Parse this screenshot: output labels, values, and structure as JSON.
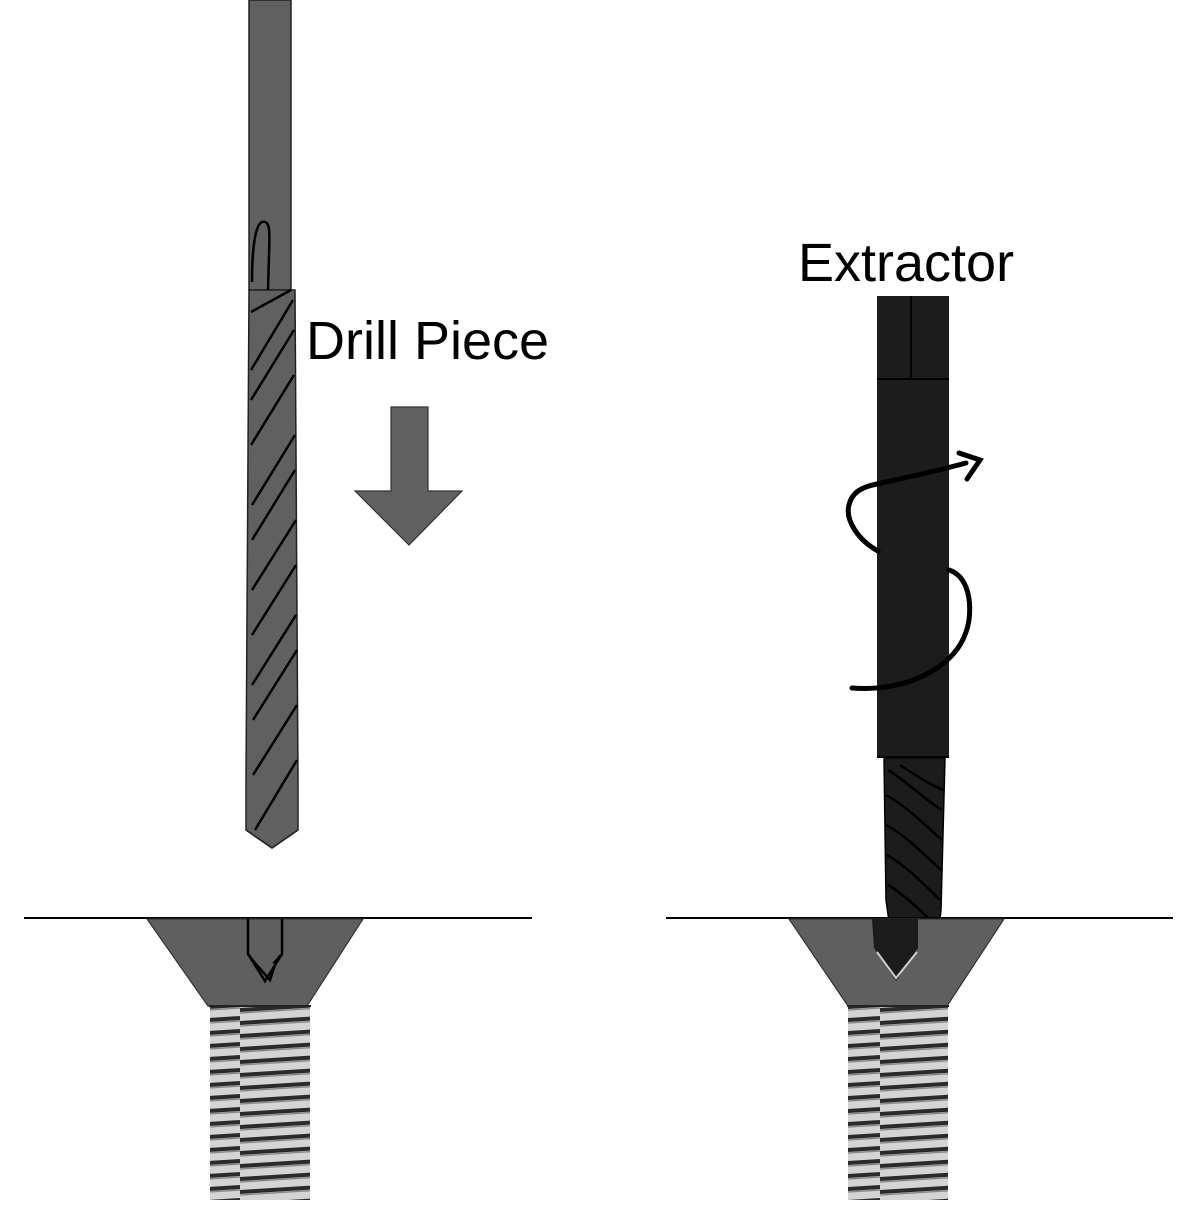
{
  "diagram": {
    "title": "Screw extraction: drill then extractor",
    "colors": {
      "background": "#ffffff",
      "drill": "#606060",
      "extractor": "#1c1c1c",
      "screw_head": "#5f5f5f",
      "outline": "#000000",
      "thread_light": "#d8d8d8",
      "thread_dark": "#2a2a2a"
    },
    "panels": [
      {
        "id": "left",
        "label": "Drill Piece",
        "tool": "drill-bit",
        "motion": "down-arrow",
        "screw_state": "pilot hole drilled into screw head"
      },
      {
        "id": "right",
        "label": "Extractor",
        "tool": "screw-extractor",
        "motion": "counter-clockwise-rotation-arrow",
        "screw_state": "extractor inserted into pilot hole"
      }
    ]
  }
}
